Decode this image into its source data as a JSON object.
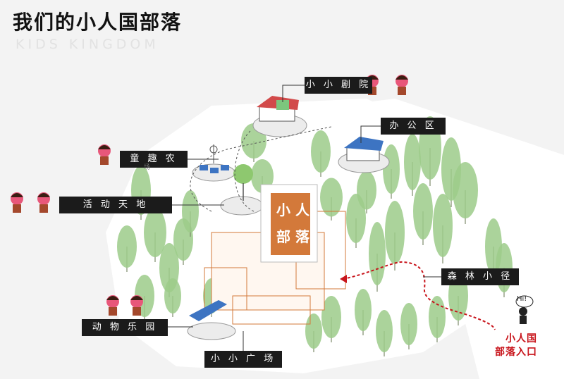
{
  "header": {
    "title": "我们的小人国部落",
    "subtitle": "KIDS KINGDOM"
  },
  "sign": {
    "line1": "小 人",
    "line2": "部 落"
  },
  "labels": {
    "theater": "小 小 剧 院",
    "office": "办 公 区",
    "farm": "童 趣 农",
    "activity": "活 动 天 地",
    "forest_path": "森 林 小 径",
    "zoo": "动 物 乐 园",
    "plaza": "小 小 广 场"
  },
  "farm_extra": "场",
  "entrance": {
    "line1": "小人国",
    "line2": "部落入口"
  },
  "greeting": "Hi!",
  "colors": {
    "label_bg": "#1b1b1b",
    "tree_green": "#9ccb8a",
    "trunk": "#7d8a6a",
    "building_orange": "#d3793a",
    "path_red": "#c8141b"
  }
}
